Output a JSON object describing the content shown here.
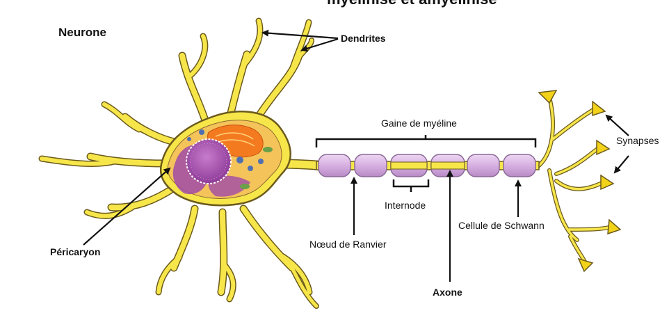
{
  "header": {
    "partial_text": "myélinisé et amyélinisé"
  },
  "title": "Neurone",
  "labels": {
    "dendrites": "Dendrites",
    "gaine": "Gaine de myéline",
    "synapses": "Synapses",
    "internode": "Internode",
    "schwann": "Cellule de Schwann",
    "ranvier": "Nœud de Ranvier",
    "axone": "Axone",
    "pericaryon": "Péricaryon"
  },
  "colors": {
    "dendrite_fill": "#f7e64a",
    "dendrite_outline": "#6b5a1c",
    "myelin_fill": "#d8b4e2",
    "myelin_outline": "#8a6a96",
    "nucleus": "#a04aa8",
    "organelle_orange": "#f47a20",
    "cytoplasm": "#f4c35a"
  }
}
